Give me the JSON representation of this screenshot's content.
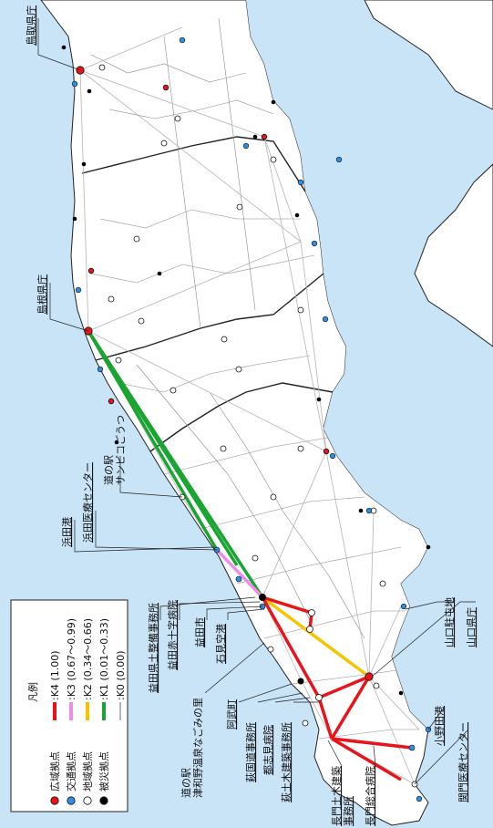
{
  "legend": {
    "title": "凡例",
    "node_types": [
      {
        "label": "広域拠点",
        "color": "#e8141b"
      },
      {
        "label": "交通拠点",
        "color": "#2e8fe0"
      },
      {
        "label": "地域拠点",
        "color": "#ffffff"
      },
      {
        "label": "被災拠点",
        "color": "#000000"
      }
    ],
    "link_classes": [
      {
        "label": ":K4 (1.00)",
        "color": "#e8141b"
      },
      {
        "label": ":K3 (0.67～0.99)",
        "color": "#ee8ee6"
      },
      {
        "label": ":K2 (0.34～0.66)",
        "color": "#f5c400"
      },
      {
        "label": ":K1 (0.01～0.33)",
        "color": "#1aa532"
      },
      {
        "label": ":K0 (0.00)",
        "color": "#b4b4b4"
      }
    ]
  },
  "places": [
    {
      "name": "鳥取県庁"
    },
    {
      "name": "島根県庁"
    },
    {
      "name": "道の駅\nサンピコごうつ"
    },
    {
      "name": "浜田医療センター"
    },
    {
      "name": "浜田港"
    },
    {
      "name": "益田県土整備事務所"
    },
    {
      "name": "益田赤十字病院"
    },
    {
      "name": "益田市"
    },
    {
      "name": "石見空港"
    },
    {
      "name": "道の駅\n津和野温泉なごみの里"
    },
    {
      "name": "阿武町"
    },
    {
      "name": "萩国道事務所"
    },
    {
      "name": "都志見病院"
    },
    {
      "name": "萩土木建築事務所"
    },
    {
      "name": "長門土木建築\n事務所"
    },
    {
      "name": "長門総合病院"
    },
    {
      "name": "山口駐屯地"
    },
    {
      "name": "山口県庁"
    },
    {
      "name": "小野田港"
    },
    {
      "name": "関門医療センター"
    }
  ]
}
